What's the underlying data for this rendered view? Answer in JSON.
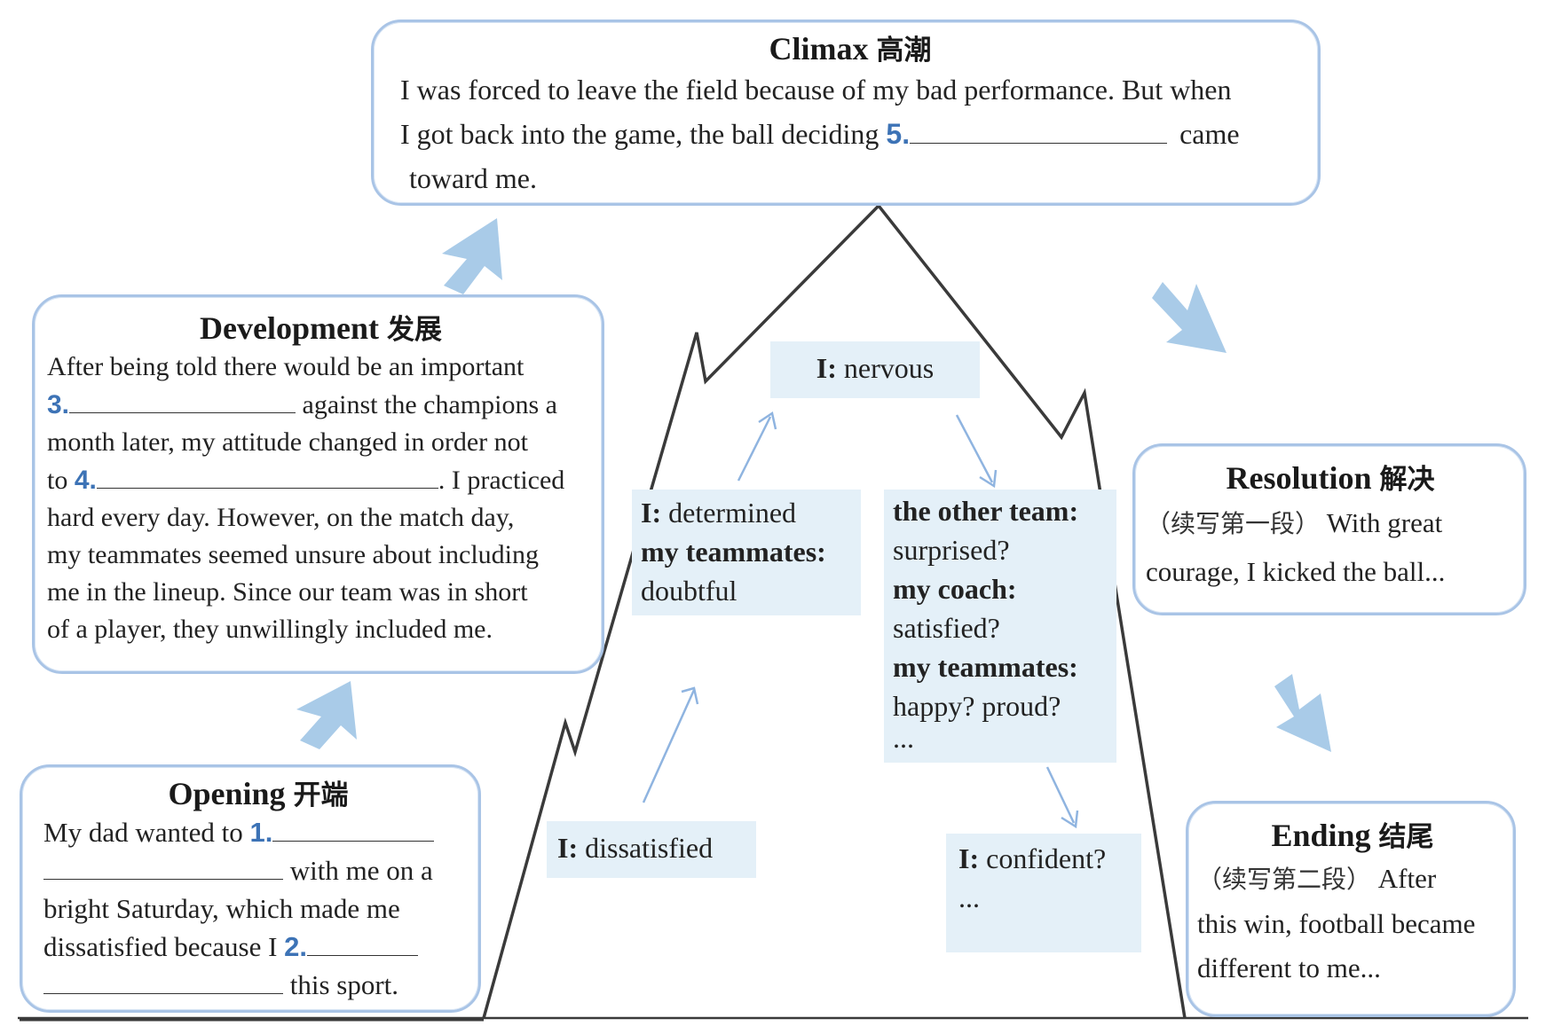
{
  "climax": {
    "title": "Climax",
    "title_zh": "高潮",
    "line1": "I was forced to leave the field because of my bad performance. But when",
    "line2_a": "I got back into the game, the ball deciding",
    "num": "5.",
    "line2_b": "came",
    "line3": "toward me."
  },
  "development": {
    "title": "Development",
    "title_zh": "发展",
    "line1": "After being told there would be an important",
    "num3": "3.",
    "line2_b": "against the champions a",
    "line3": "month later, my attitude changed in order not",
    "line4_a": "to",
    "num4": "4.",
    "line4_b": ". I practiced",
    "line5": "hard every day. However, on the match day,",
    "line6": "my teammates seemed unsure about including",
    "line7": "me in the lineup. Since our team was in short",
    "line8": "of a player, they unwillingly included me."
  },
  "opening": {
    "title": "Opening",
    "title_zh": "开端",
    "line1_a": "My dad wanted to",
    "num1": "1.",
    "line2_b": "with me on a",
    "line3": "bright Saturday, which made me",
    "line4_a": "dissatisfied because I",
    "num2": "2.",
    "line5_b": "this sport."
  },
  "resolution": {
    "title": "Resolution",
    "title_zh": "解决",
    "line1_zh": "（续写第一段）",
    "line1_b": "With great",
    "line2": "courage, I kicked the ball..."
  },
  "ending": {
    "title": "Ending",
    "title_zh": "结尾",
    "line1_zh": "（续写第二段）",
    "line1_b": "After",
    "line2": "this win, football became",
    "line3": "different to me..."
  },
  "feelings": {
    "nervous": {
      "who": "I:",
      "feel": "nervous"
    },
    "dissatisfied": {
      "who": "I:",
      "feel": "dissatisfied"
    },
    "determined": {
      "who1": "I:",
      "feel1": "determined",
      "who2": "my teammates:",
      "feel2": "doubtful"
    },
    "others": {
      "who1": "the other team:",
      "feel1": "surprised?",
      "who2": "my coach:",
      "feel2": "satisfied?",
      "who3": "my teammates:",
      "feel3": "happy? proud?",
      "more": "..."
    },
    "confident": {
      "who": "I:",
      "feel": "confident?",
      "more": "..."
    }
  },
  "colors": {
    "box_border": "#a9c4e6",
    "label_bg": "#e4f0f8",
    "number": "#3d73b6",
    "arrow": "#a9cbe8",
    "mountain": "#3a3a3a"
  }
}
